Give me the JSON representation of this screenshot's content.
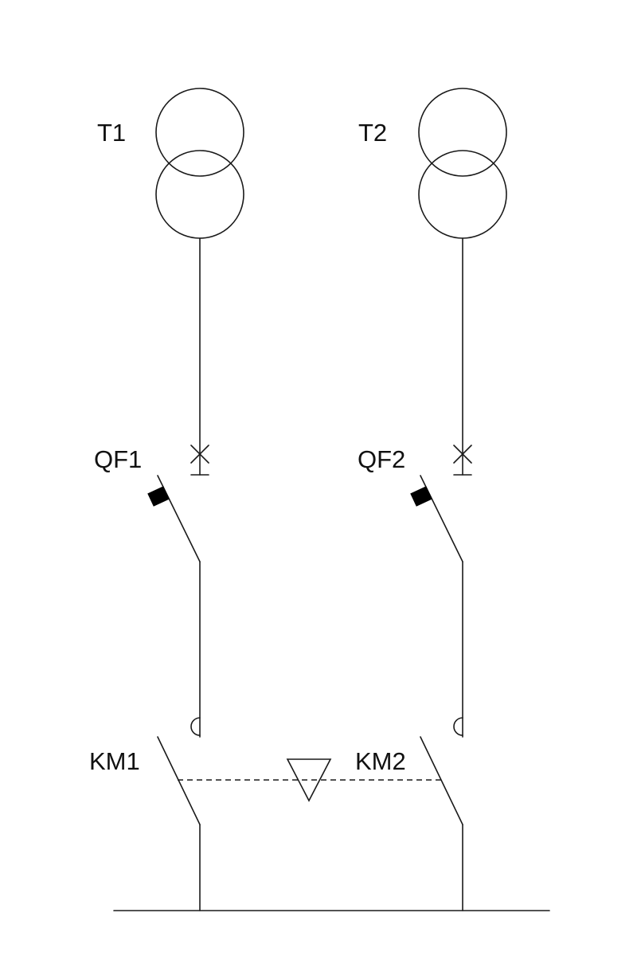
{
  "labels": {
    "t1": "T1",
    "t2": "T2",
    "qf1": "QF1",
    "qf2": "QF2",
    "km1": "KM1",
    "km2": "KM2"
  },
  "colors": {
    "line": "#1a1a1a",
    "text": "#111111",
    "background": "#ffffff"
  },
  "icons": {
    "transformer": "transformer-icon",
    "breaker": "circuit-breaker-icon",
    "contactor": "contactor-icon",
    "interlock": "mechanical-interlock-icon"
  }
}
